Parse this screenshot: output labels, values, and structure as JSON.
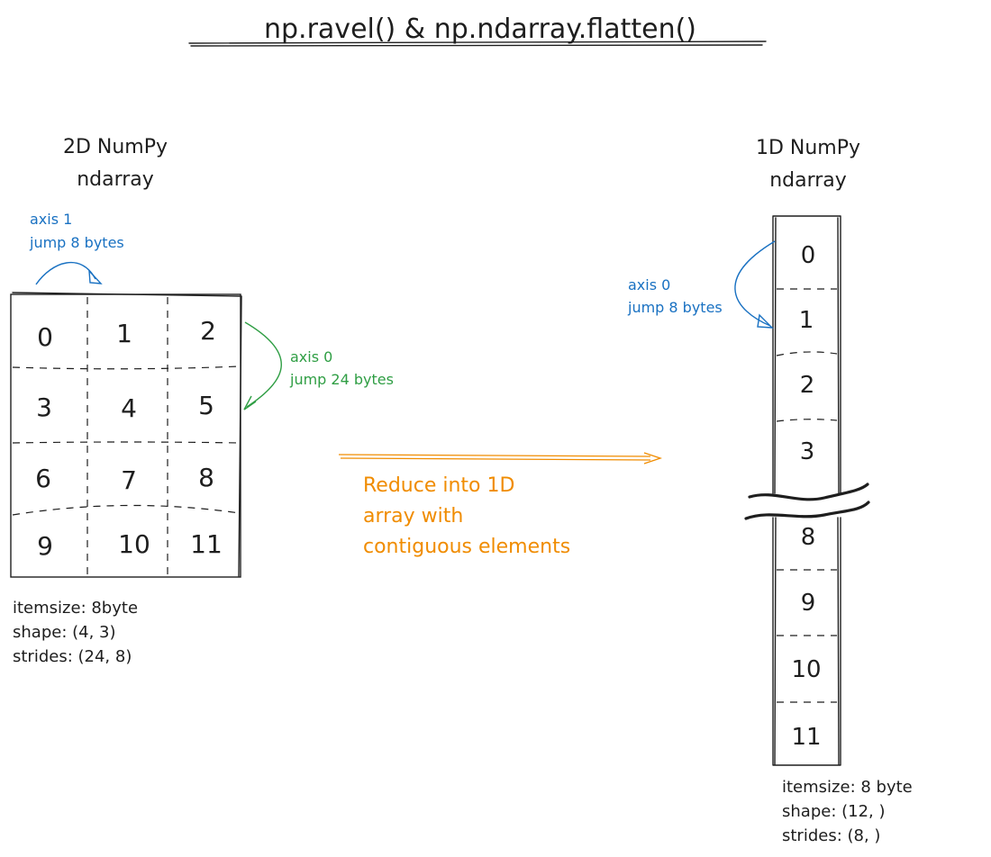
{
  "title": "np.ravel() & np.ndarray.flatten()",
  "left": {
    "heading_line1": "2D NumPy",
    "heading_line2": "ndarray",
    "axis1_label": "axis 1",
    "axis1_jump": "jump 8 bytes",
    "axis0_label": "axis 0",
    "axis0_jump": "jump 24 bytes",
    "cells": [
      "0",
      "1",
      "2",
      "3",
      "4",
      "5",
      "6",
      "7",
      "8",
      "9",
      "10",
      "11"
    ],
    "itemsize": "itemsize: 8byte",
    "shape": "shape: (4, 3)",
    "strides": "strides: (24, 8)"
  },
  "middle": {
    "line1": "Reduce into 1D",
    "line2": "array with",
    "line3": "contiguous elements"
  },
  "right": {
    "heading_line1": "1D NumPy",
    "heading_line2": "ndarray",
    "axis0_label": "axis 0",
    "axis0_jump": "jump 8 bytes",
    "cells_top": [
      "0",
      "1",
      "2",
      "3"
    ],
    "cells_bottom": [
      "8",
      "9",
      "10",
      "11"
    ],
    "itemsize": "itemsize: 8 byte",
    "shape": "shape: (12, )",
    "strides": "strides: (8, )"
  },
  "colors": {
    "ink": "#1e1e1e",
    "blue": "#1971c2",
    "green": "#2f9e44",
    "orange": "#f08c00"
  }
}
